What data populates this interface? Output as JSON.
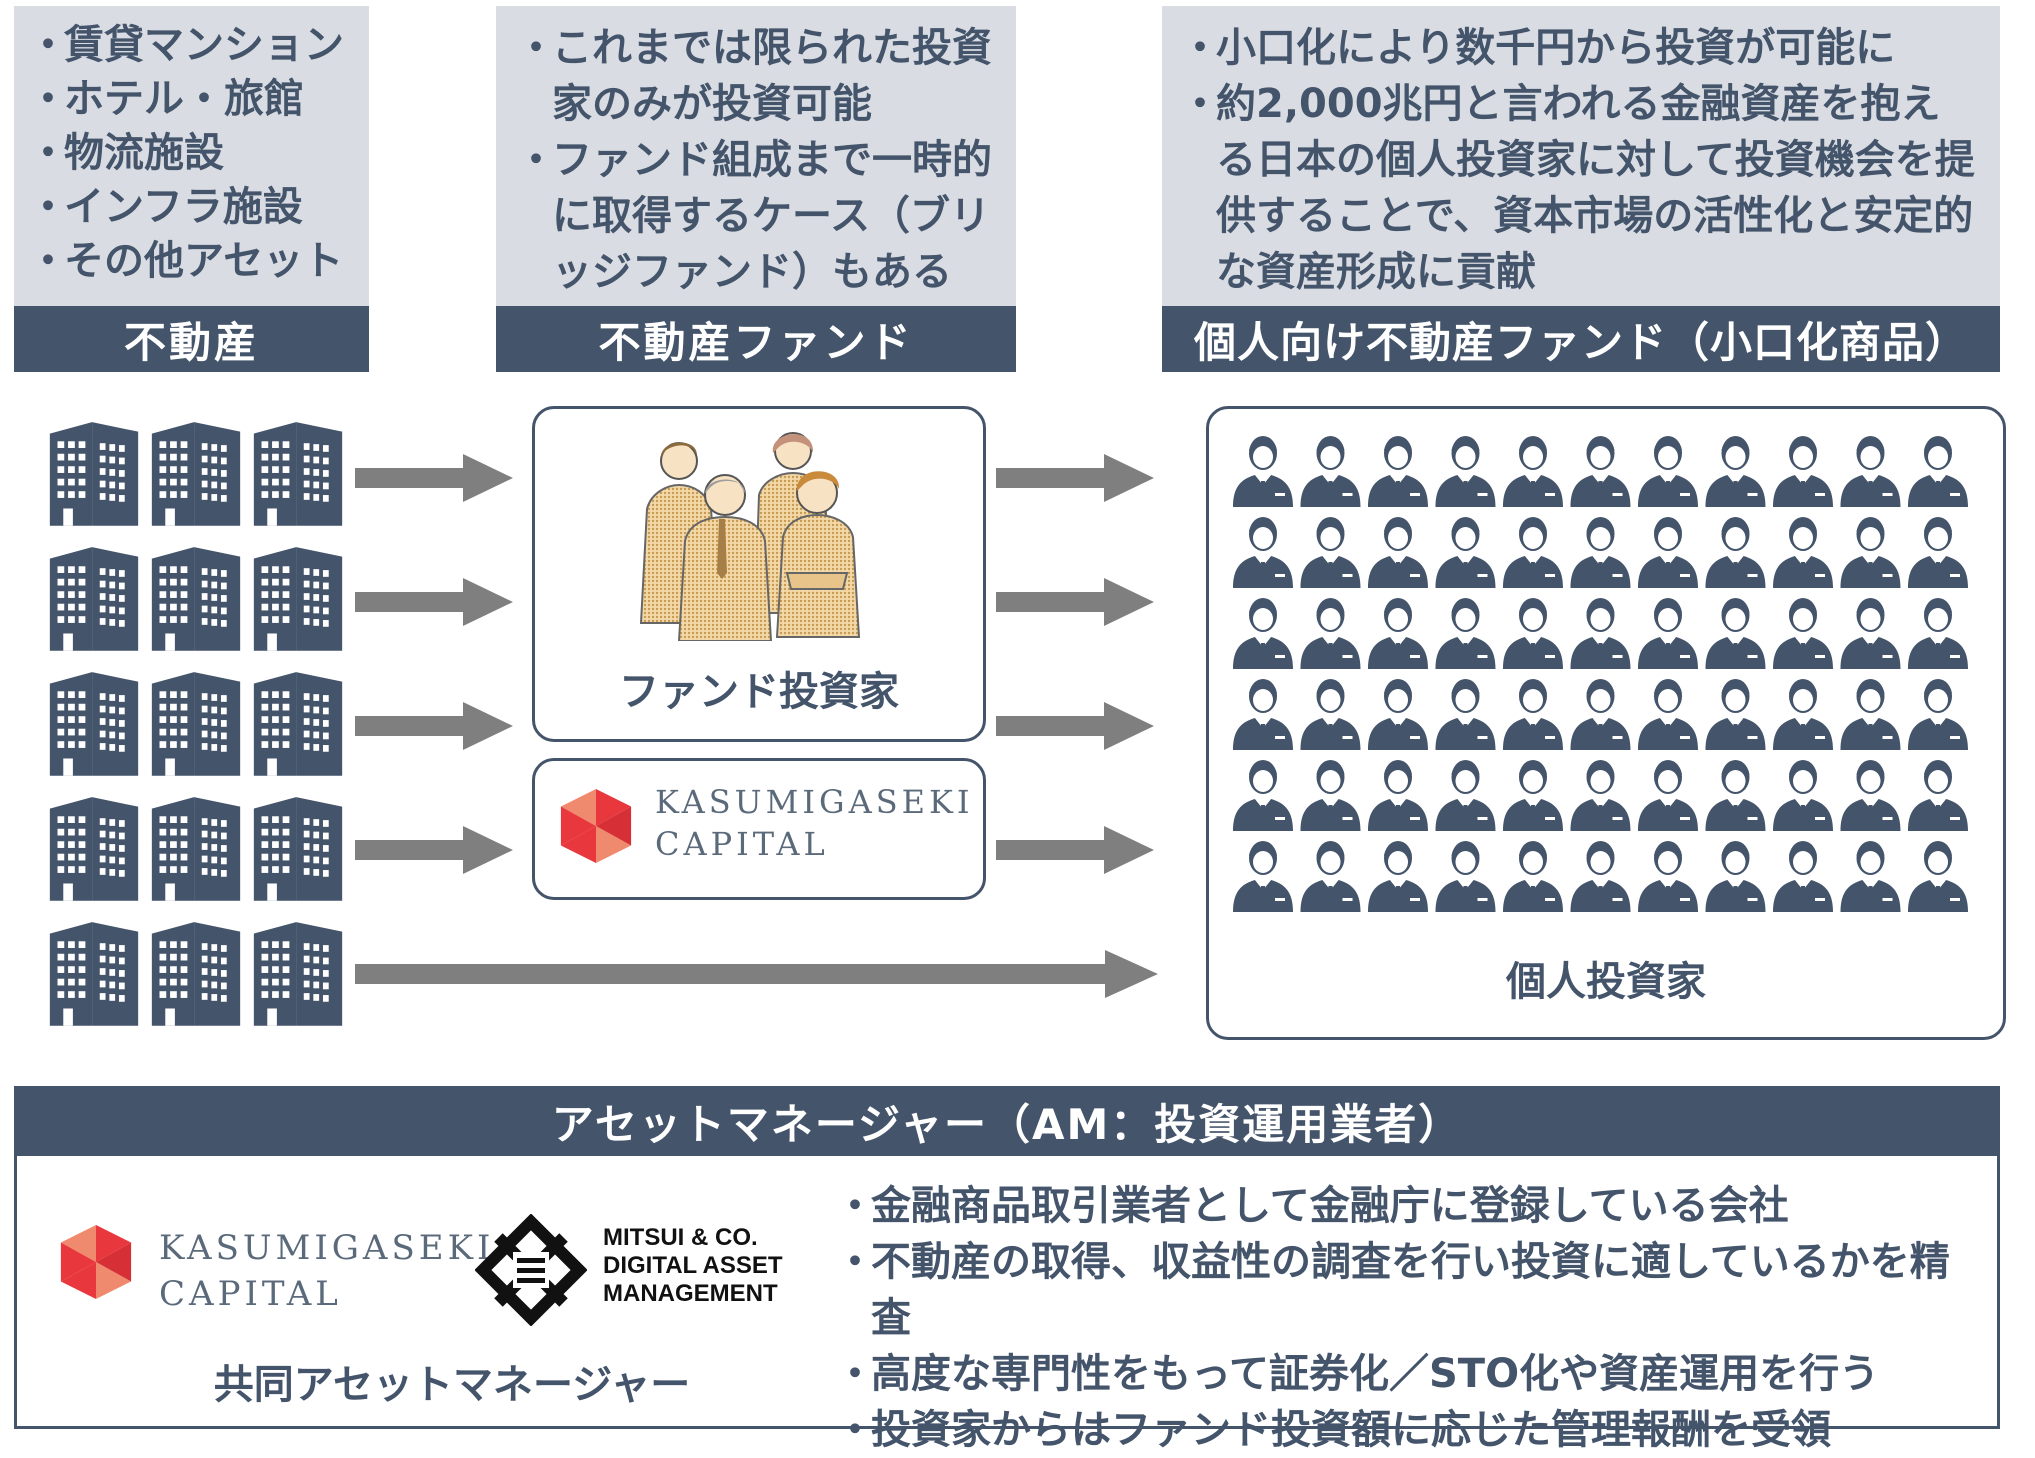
{
  "columns": {
    "real_estate": {
      "items": [
        "賃貸マンション",
        "ホテル・旅館",
        "物流施設",
        "インフラ施設",
        "その他アセット"
      ],
      "title": "不動産"
    },
    "fund": {
      "items": [
        "これまでは限られた投資家のみが投資可能",
        "ファンド組成まで一時的に取得するケース（ブリッジファンド）もある"
      ],
      "title": "不動産ファンド"
    },
    "retail_fund": {
      "items": [
        "小口化により数千円から投資が可能に",
        "約2,000兆円と言われる金融資産を抱える日本の個人投資家に対して投資機会を提供することで、資本市場の活性化と安定的な資産形成に貢献"
      ],
      "title": "個人向け不動産ファンド（小口化商品）"
    }
  },
  "middle": {
    "fund_investor_label": "ファンド投資家",
    "kasumigaseki_logo": {
      "line1": "KASUMIGASEKI",
      "line2": "CAPITAL"
    }
  },
  "right": {
    "individual_investor_label": "個人投資家"
  },
  "am": {
    "title": "アセットマネージャー（AM：投資運用業者）",
    "kasumigaseki_logo": {
      "line1": "KASUMIGASEKI",
      "line2": "CAPITAL"
    },
    "mitsui_logo": {
      "line1": "MITSUI & CO.",
      "line2": "DIGITAL ASSET",
      "line3": "MANAGEMENT"
    },
    "joint_label": "共同アセットマネージャー",
    "items": [
      "金融商品取引業者として金融庁に登録している会社",
      "不動産の取得、収益性の調査を行い投資に適しているかを精査",
      "高度な専門性をもって証券化／STO化や資産運用を行う",
      "投資家からはファンド投資額に応じた管理報酬を受領"
    ]
  },
  "colors": {
    "navy": "#44546a",
    "grey_panel": "#d9dde3",
    "arrow": "#7f7f7f",
    "logo_red": "#e8383d",
    "logo_salmon": "#f08a6e"
  },
  "icons": [
    "building-icon",
    "people-group-icon",
    "businessperson-icon",
    "arrow-right-icon",
    "kasumigaseki-logo-icon",
    "mitsui-logo-icon"
  ]
}
